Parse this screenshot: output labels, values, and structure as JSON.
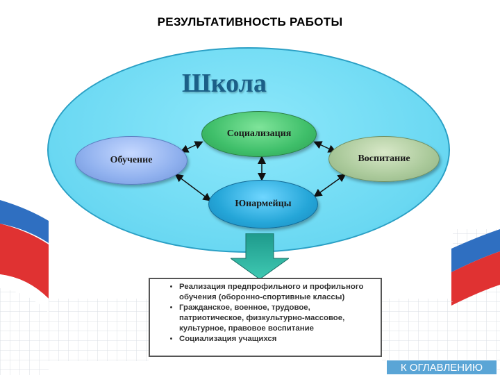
{
  "page": {
    "title": "РЕЗУЛЬТАТИВНОСТЬ РАБОТЫ"
  },
  "diagram": {
    "container_label": "Школа",
    "nodes": {
      "socialization": "Социализация",
      "learning": "Обучение",
      "upbringing": "Воспитание",
      "yunarmeytsy": "Юнармейцы"
    },
    "results": [
      "Реализация предпрофильного и профильного обучения (оборонно-спортивные классы)",
      "Гражданское, военное, трудовое, патриотическое, физкультурно-массовое, культурное, правовое воспитание",
      "Социализация учащихся"
    ]
  },
  "navigation": {
    "toc_label": "К ОГЛАВЛЕНИЮ"
  },
  "colors": {
    "school_ellipse": "#6ad8f2",
    "socialization": "#3fbf6a",
    "learning": "#8fb0ee",
    "upbringing": "#aac99a",
    "yunarmeytsy": "#25a6d8",
    "toc_button": "#5aa5d6"
  }
}
